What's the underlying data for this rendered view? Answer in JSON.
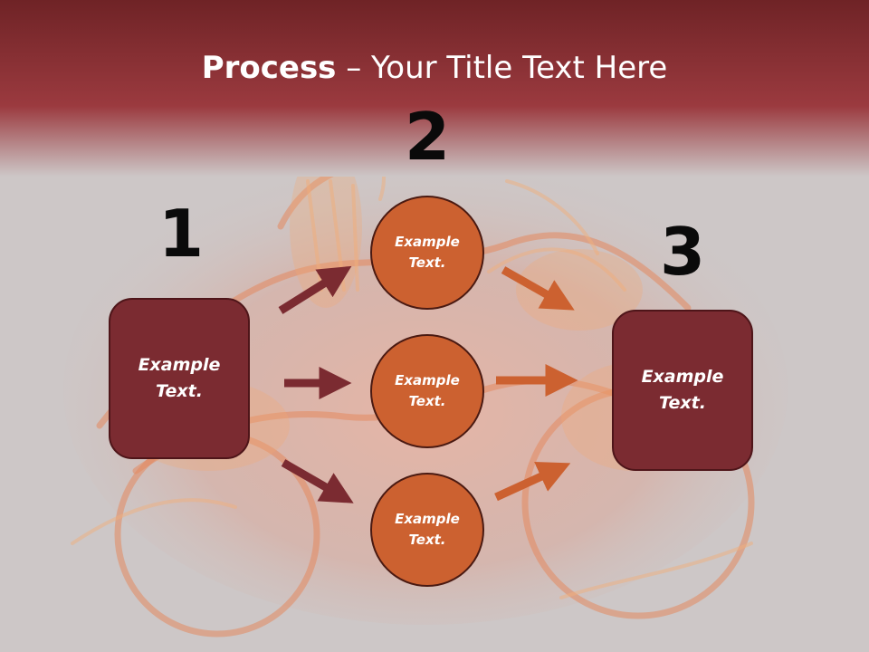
{
  "slide": {
    "title_bold": "Process",
    "title_rest": " – Your Title Text Here",
    "steps": [
      {
        "number": "1",
        "text": "Example\nText."
      },
      {
        "number": "2"
      },
      {
        "number": "3",
        "text": "Example\nText."
      }
    ],
    "circles": [
      {
        "text": "Example\nText."
      },
      {
        "text": "Example\nText."
      },
      {
        "text": "Example\nText."
      }
    ]
  },
  "colors": {
    "header": "#8f2f36",
    "background": "#cdc7c7",
    "box_fill": "#7b2b31",
    "circle_fill": "#cc6130",
    "arrow_left": "#7b2b31",
    "arrow_right": "#cc6130",
    "number_text": "#0a0a0a"
  },
  "icons": {
    "background": "flaming-skeleton-motorcycle-image"
  }
}
